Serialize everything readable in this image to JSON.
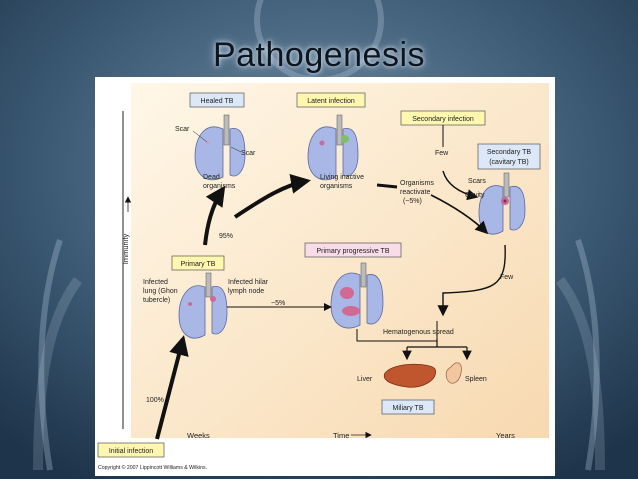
{
  "slide": {
    "title": "Pathogenesis"
  },
  "figure": {
    "boxes": {
      "healed": "Healed TB",
      "latent": "Latent infection",
      "secondary_infection": "Secondary infection",
      "secondary_tb_line1": "Secondary TB",
      "secondary_tb_line2": "(cavitary TB)",
      "primary_progressive": "Primary progressive TB",
      "primary": "Primary TB",
      "initial": "Initial infection",
      "miliary": "Miliary TB"
    },
    "labels": {
      "scar1": "Scar",
      "scar2": "Scar",
      "dead1": "Dead",
      "dead2": "organisms",
      "living1": "Living inactive",
      "living2": "organisms",
      "react1": "Organisms",
      "react2": "reactivate",
      "react3": "(~5%)",
      "few_top": "Few",
      "scars": "Scars",
      "cavity": "Cavity",
      "pct95": "95%",
      "infected1": "Infected",
      "infected2": "lung (Ghon",
      "infected3": "tubercle)",
      "hilar1": "Infected hilar",
      "hilar2": "lymph node",
      "pct5": "~5%",
      "few_right": "Few",
      "hematogenous": "Hematogenous spread",
      "liver": "Liver",
      "spleen": "Spleen",
      "pct100": "100%",
      "immunity": "Immunity",
      "weeks": "Weeks",
      "time": "Time",
      "years": "Years",
      "copyright": "Copyright © 2007 Lippincott Williams & Wilkins."
    },
    "colors": {
      "panel": "#fdebc9",
      "lung": "#a9b7e6",
      "box_yellow": "#fff7b0",
      "box_green": "#dff1d6",
      "box_blue": "#dce8f7",
      "box_pink": "#f8dce8",
      "liver": "#c0562e",
      "spleen": "#f2c7a0"
    }
  }
}
